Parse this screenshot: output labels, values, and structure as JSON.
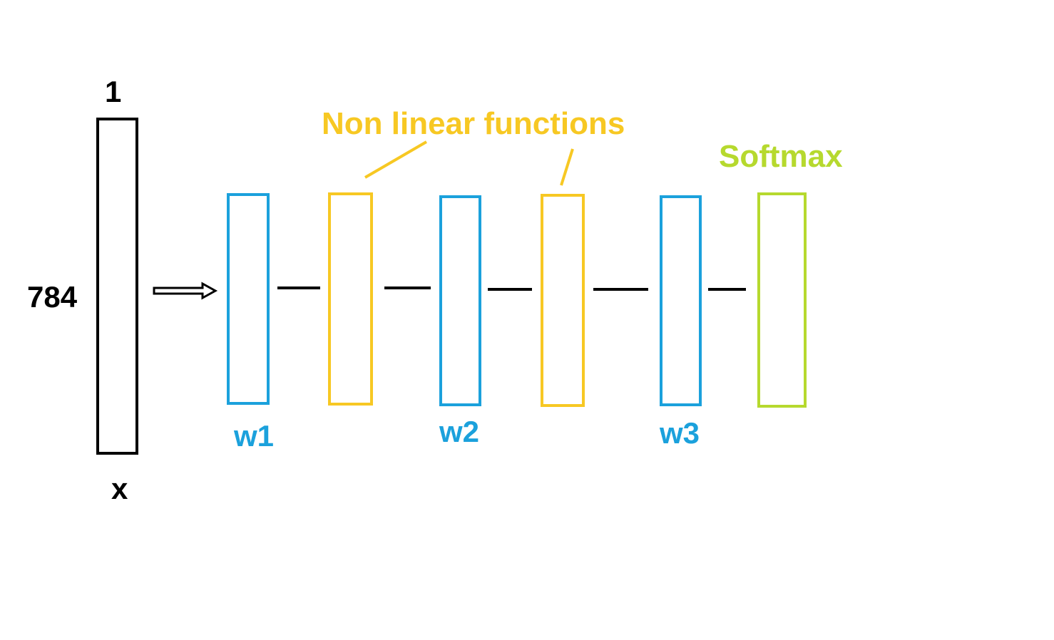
{
  "colors": {
    "input": "#000000",
    "weight": "#1ba1dc",
    "nonlinear": "#f7c823",
    "softmax": "#b6d92e",
    "connector": "#000000"
  },
  "input": {
    "name_label": "x",
    "rows_label": "784",
    "cols_label": "1"
  },
  "layers": [
    {
      "kind": "weight",
      "label": "w1"
    },
    {
      "kind": "nonlinear",
      "label": ""
    },
    {
      "kind": "weight",
      "label": "w2"
    },
    {
      "kind": "nonlinear",
      "label": ""
    },
    {
      "kind": "weight",
      "label": "w3"
    },
    {
      "kind": "softmax",
      "label": ""
    }
  ],
  "annotations": {
    "nonlinear_label": "Non linear functions",
    "softmax_label": "Softmax"
  }
}
